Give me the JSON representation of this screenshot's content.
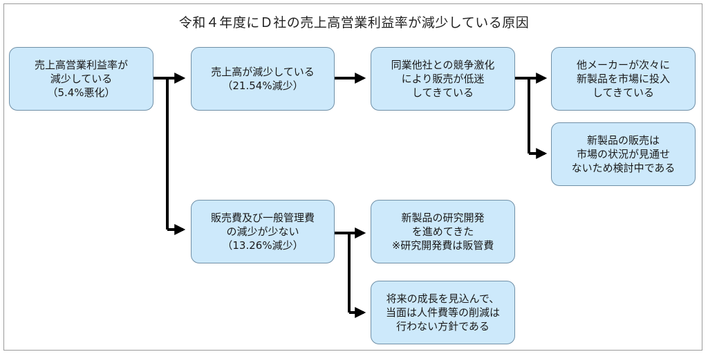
{
  "title": "令和４年度にＤ社の売上高営業利益率が減少している原因",
  "nodes": {
    "root": [
      "売上高営業利益率が",
      "減少している",
      "（5.4%悪化）"
    ],
    "sales_decrease": [
      "売上高が減少している",
      "（21.54%減少）"
    ],
    "competition": [
      "同業他社との競争激化",
      "により販売が低迷",
      "してきている"
    ],
    "new_products": [
      "他メーカーが次々に",
      "新製品を市場に投入",
      "してきている"
    ],
    "new_product_sales": [
      "新製品の販売は",
      "市場の状況が見通せ",
      "ないため検討中である"
    ],
    "sga": [
      "販売費及び一般管理費",
      "の減少が少ない",
      "（13.26%減少）"
    ],
    "rnd": [
      "新製品の研究開発",
      "を進めてきた",
      "※研究開発費は販管費"
    ],
    "future_growth": [
      "将来の成長を見込んで、",
      "当面は人件費等の削減は",
      "行わない方針である"
    ]
  }
}
